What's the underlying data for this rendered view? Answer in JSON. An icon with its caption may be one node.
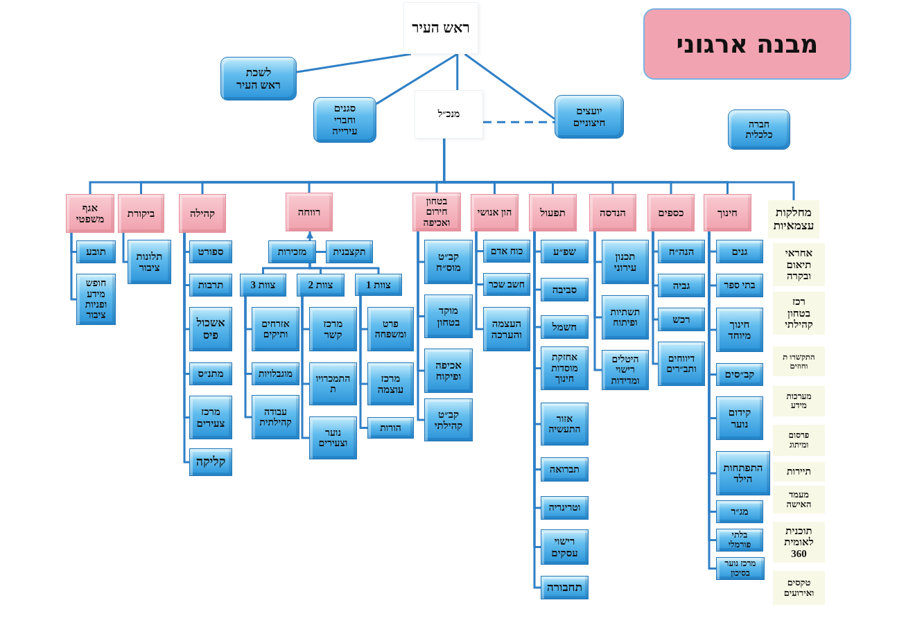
{
  "diagram": {
    "title": "מבנה ארגוני",
    "nodes": [
      {
        "text": [
          "ראש העיר"
        ]
      },
      {
        "text": [
          "לשכת ראש העיר"
        ]
      },
      {
        "text": [
          "סגנים וחברי עירייה"
        ]
      },
      {
        "text": [
          "מנכ״ל"
        ]
      },
      {
        "text": [
          "יועצים חיצוניים"
        ]
      },
      {
        "text": [
          "חברה כלכלית"
        ]
      },
      {
        "text": [
          "חינוך"
        ]
      },
      {
        "text": [
          "כספים"
        ]
      },
      {
        "text": [
          "הנדסה"
        ]
      },
      {
        "text": [
          "תפעול"
        ]
      },
      {
        "text": [
          "הון אנושי"
        ]
      },
      {
        "text": [
          "בטחון חירום ואכיפה"
        ]
      },
      {
        "text": [
          "רווחה"
        ]
      },
      {
        "text": [
          "קהילה"
        ]
      },
      {
        "text": [
          "ביקורת"
        ]
      },
      {
        "text": [
          "אגף משפטי"
        ]
      },
      {
        "text": [
          "מחלקות עצמאיות"
        ]
      },
      {
        "text": [
          "גנים"
        ]
      },
      {
        "text": [
          "בתי ספר"
        ]
      },
      {
        "text": [
          "חינוך מיוחד"
        ]
      },
      {
        "text": [
          "קב״סים"
        ]
      },
      {
        "text": [
          "קידום נוער"
        ]
      },
      {
        "text": [
          "התפתחות הילד"
        ]
      },
      {
        "text": [
          "מג״ר"
        ]
      },
      {
        "text": [
          "בלתי פורמלי"
        ]
      },
      {
        "text": [
          "מרכז נוער בסיכון"
        ]
      },
      {
        "text": [
          "הנה״ח"
        ]
      },
      {
        "text": [
          "גביה"
        ]
      },
      {
        "text": [
          "רכש"
        ]
      },
      {
        "text": [
          "דיווחים ותב״רים"
        ]
      },
      {
        "text": [
          "תכנון עירוני"
        ]
      },
      {
        "text": [
          "תשתיות ופיתוח"
        ]
      },
      {
        "text": [
          "היטלים רישוי ומדידות"
        ]
      },
      {
        "text": [
          "שפ״ע"
        ]
      },
      {
        "text": [
          "סביבה"
        ]
      },
      {
        "text": [
          "חשמל"
        ]
      },
      {
        "text": [
          "אחזקת מוסדות חינוך"
        ]
      },
      {
        "text": [
          "אזור התעשיה"
        ]
      },
      {
        "text": [
          "תברואה"
        ]
      },
      {
        "text": [
          "וטרינריה"
        ]
      },
      {
        "text": [
          "רישוי עסקים"
        ]
      },
      {
        "text": [
          "תחבורה"
        ]
      },
      {
        "text": [
          "כוח אדם"
        ]
      },
      {
        "text": [
          "חשב שכר"
        ]
      },
      {
        "text": [
          "העצמה והערכה"
        ]
      },
      {
        "text": [
          "קב״ט מוס״ח"
        ]
      },
      {
        "text": [
          "מוקד בטחון"
        ]
      },
      {
        "text": [
          "אכיפה ופיקוח"
        ]
      },
      {
        "text": [
          "קב״ט קהילתי"
        ]
      },
      {
        "text": [
          "מזכירות"
        ]
      },
      {
        "text": [
          "תקצבנית"
        ]
      },
      {
        "text": [
          "צוות 1"
        ]
      },
      {
        "text": [
          "צוות 2"
        ]
      },
      {
        "text": [
          "צוות 3"
        ]
      },
      {
        "text": [
          "פרט ומשפחה"
        ]
      },
      {
        "text": [
          "מרכז עוצמה"
        ]
      },
      {
        "text": [
          "הורות"
        ]
      },
      {
        "text": [
          "מרכז קשר"
        ]
      },
      {
        "text": [
          "התמכרויו ת"
        ]
      },
      {
        "text": [
          "נוער וצעירים"
        ]
      },
      {
        "text": [
          "אזרחים ותיקים"
        ]
      },
      {
        "text": [
          "מוגבלויות"
        ]
      },
      {
        "text": [
          "עבודה קהילתית"
        ]
      },
      {
        "text": [
          "ספורט"
        ]
      },
      {
        "text": [
          "תרבות"
        ]
      },
      {
        "text": [
          "אשכול פיס"
        ]
      },
      {
        "text": [
          "מתנ״ס"
        ]
      },
      {
        "text": [
          "מרכז צעירים"
        ]
      },
      {
        "text": [
          "קליקה"
        ]
      },
      {
        "text": [
          "תלונות ציבור"
        ]
      },
      {
        "text": [
          "תובע"
        ]
      },
      {
        "text": [
          "חופש מידע ופניות ציבור"
        ]
      },
      {
        "text": [
          "אחראי תיאום ובקרה"
        ]
      },
      {
        "text": [
          "רכז בטחון קהילתי"
        ]
      },
      {
        "text": [
          "התקשרו ת וחוזים"
        ]
      },
      {
        "text": [
          "מערכות מידע"
        ]
      },
      {
        "text": [
          "פרסום ומיתוג"
        ]
      },
      {
        "text": [
          "תיירות"
        ]
      },
      {
        "text": [
          "מעמד האישה"
        ]
      },
      {
        "text": [
          "תוכנית לאומית 360"
        ]
      },
      {
        "text": [
          "טקסים ואירועים"
        ]
      }
    ],
    "edges": [
      {
        "from": 0,
        "to": 1,
        "arrow": "none"
      },
      {
        "from": 0,
        "to": 2,
        "arrow": "none"
      },
      {
        "from": 0,
        "to": 3,
        "arrow": "none"
      },
      {
        "from": 0,
        "to": 4,
        "arrow": "none"
      },
      {
        "from": 3,
        "to": 4,
        "arrow": "none",
        "style": "dashed"
      },
      {
        "from": 3,
        "to": 6,
        "arrow": "none"
      },
      {
        "from": 3,
        "to": 7,
        "arrow": "none"
      },
      {
        "from": 3,
        "to": 8,
        "arrow": "none"
      },
      {
        "from": 3,
        "to": 9,
        "arrow": "none"
      },
      {
        "from": 3,
        "to": 10,
        "arrow": "none"
      },
      {
        "from": 3,
        "to": 11,
        "arrow": "none"
      },
      {
        "from": 3,
        "to": 12,
        "arrow": "none"
      },
      {
        "from": 3,
        "to": 13,
        "arrow": "none"
      },
      {
        "from": 3,
        "to": 14,
        "arrow": "none"
      },
      {
        "from": 3,
        "to": 15,
        "arrow": "none"
      },
      {
        "from": 3,
        "to": 16,
        "arrow": "none"
      },
      {
        "from": 6,
        "to": 17,
        "arrow": "none"
      },
      {
        "from": 6,
        "to": 18,
        "arrow": "none"
      },
      {
        "from": 6,
        "to": 19,
        "arrow": "none"
      },
      {
        "from": 6,
        "to": 20,
        "arrow": "none"
      },
      {
        "from": 6,
        "to": 21,
        "arrow": "none"
      },
      {
        "from": 6,
        "to": 22,
        "arrow": "none"
      },
      {
        "from": 6,
        "to": 23,
        "arrow": "none"
      },
      {
        "from": 6,
        "to": 24,
        "arrow": "none"
      },
      {
        "from": 6,
        "to": 25,
        "arrow": "none"
      },
      {
        "from": 7,
        "to": 26,
        "arrow": "none"
      },
      {
        "from": 7,
        "to": 27,
        "arrow": "none"
      },
      {
        "from": 7,
        "to": 28,
        "arrow": "none"
      },
      {
        "from": 7,
        "to": 29,
        "arrow": "none"
      },
      {
        "from": 8,
        "to": 30,
        "arrow": "none"
      },
      {
        "from": 8,
        "to": 31,
        "arrow": "none"
      },
      {
        "from": 8,
        "to": 32,
        "arrow": "none"
      },
      {
        "from": 9,
        "to": 33,
        "arrow": "none"
      },
      {
        "from": 9,
        "to": 34,
        "arrow": "none"
      },
      {
        "from": 9,
        "to": 35,
        "arrow": "none"
      },
      {
        "from": 9,
        "to": 36,
        "arrow": "none"
      },
      {
        "from": 9,
        "to": 37,
        "arrow": "none"
      },
      {
        "from": 9,
        "to": 38,
        "arrow": "none"
      },
      {
        "from": 9,
        "to": 39,
        "arrow": "none"
      },
      {
        "from": 9,
        "to": 40,
        "arrow": "none"
      },
      {
        "from": 9,
        "to": 41,
        "arrow": "none"
      },
      {
        "from": 10,
        "to": 42,
        "arrow": "none"
      },
      {
        "from": 10,
        "to": 43,
        "arrow": "none"
      },
      {
        "from": 10,
        "to": 44,
        "arrow": "none"
      },
      {
        "from": 11,
        "to": 45,
        "arrow": "none"
      },
      {
        "from": 11,
        "to": 46,
        "arrow": "none"
      },
      {
        "from": 11,
        "to": 47,
        "arrow": "none"
      },
      {
        "from": 11,
        "to": 48,
        "arrow": "none"
      },
      {
        "from": 49,
        "to": 12,
        "arrow": "to"
      },
      {
        "from": 49,
        "to": 50,
        "arrow": "none"
      },
      {
        "from": 49,
        "to": 51,
        "arrow": "none"
      },
      {
        "from": 49,
        "to": 52,
        "arrow": "none"
      },
      {
        "from": 49,
        "to": 53,
        "arrow": "none"
      },
      {
        "from": 51,
        "to": 54,
        "arrow": "none"
      },
      {
        "from": 51,
        "to": 55,
        "arrow": "none"
      },
      {
        "from": 51,
        "to": 56,
        "arrow": "none"
      },
      {
        "from": 52,
        "to": 57,
        "arrow": "none"
      },
      {
        "from": 52,
        "to": 58,
        "arrow": "none"
      },
      {
        "from": 52,
        "to": 59,
        "arrow": "none"
      },
      {
        "from": 53,
        "to": 60,
        "arrow": "none"
      },
      {
        "from": 53,
        "to": 61,
        "arrow": "none"
      },
      {
        "from": 53,
        "to": 62,
        "arrow": "none"
      },
      {
        "from": 13,
        "to": 63,
        "arrow": "none"
      },
      {
        "from": 13,
        "to": 64,
        "arrow": "none"
      },
      {
        "from": 13,
        "to": 65,
        "arrow": "none"
      },
      {
        "from": 13,
        "to": 66,
        "arrow": "none"
      },
      {
        "from": 13,
        "to": 67,
        "arrow": "none"
      },
      {
        "from": 13,
        "to": 68,
        "arrow": "none"
      },
      {
        "from": 14,
        "to": 69,
        "arrow": "none"
      },
      {
        "from": 15,
        "to": 70,
        "arrow": "none"
      },
      {
        "from": 15,
        "to": 71,
        "arrow": "none"
      }
    ]
  }
}
